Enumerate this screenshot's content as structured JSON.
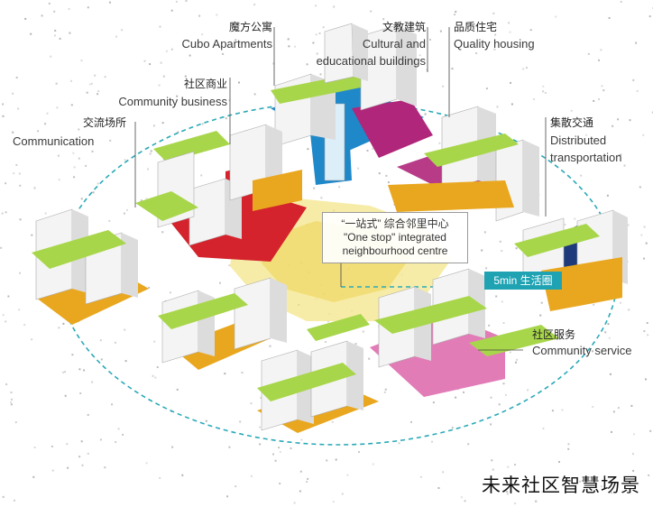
{
  "labels": {
    "cubo_cn": "魔方公寓",
    "cubo_en": "Cubo Apartments",
    "cultural_cn": "文教建筑",
    "cultural_en_1": "Cultural and",
    "cultural_en_2": "educational buildings",
    "quality_cn": "品质住宅",
    "quality_en": "Quality housing",
    "business_cn": "社区商业",
    "business_en": "Community business",
    "comm_cn": "交流场所",
    "comm_en": "Communication",
    "transport_cn": "集散交通",
    "transport_en_1": "Distributed",
    "transport_en_2": "transportation",
    "service_cn": "社区服务",
    "service_en": "Community service"
  },
  "center": {
    "cn": "“一站式” 综合邻里中心",
    "en_1": "\"One stop\" integrated",
    "en_2": "neighbourhood centre"
  },
  "radius_tag": "5min 生活圈",
  "title": "未来社区智慧场景",
  "colors": {
    "accent_teal": "#1fa3b3",
    "lime": "#a8d64a",
    "red": "#d4232c",
    "magenta": "#b0267a",
    "pink": "#e27cb7",
    "orange": "#e9a71f",
    "blue": "#1f88c9",
    "navy": "#1e3a7a",
    "center_yellow": "#f4e58a"
  }
}
